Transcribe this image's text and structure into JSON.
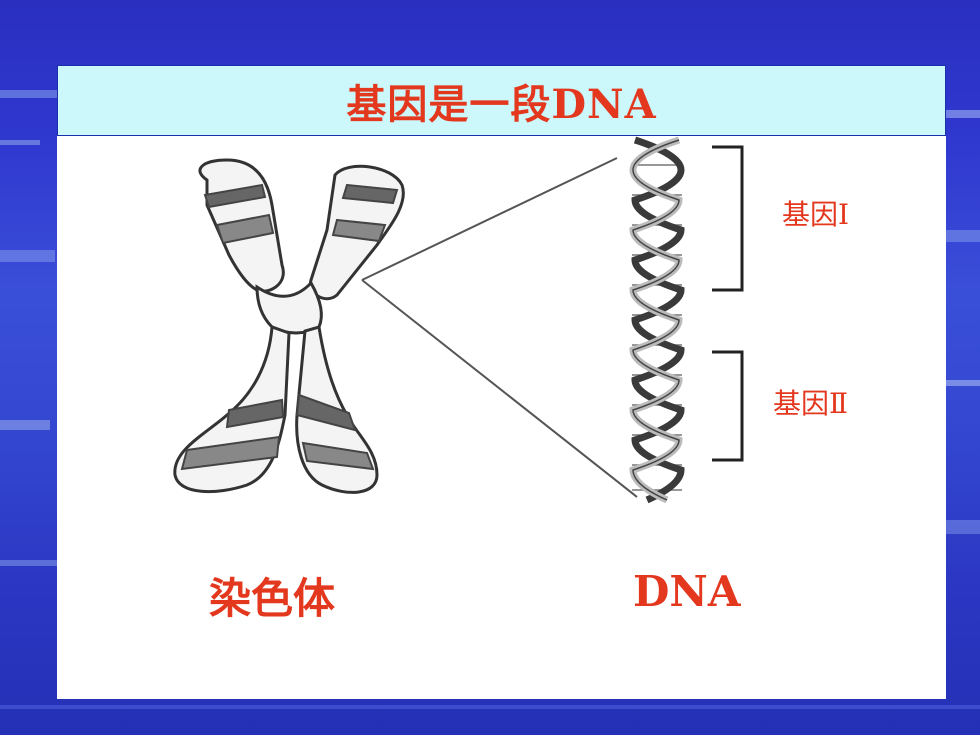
{
  "title": "基因是一段DNA",
  "diagram": {
    "gene_1_label": "基因Ⅰ",
    "gene_2_label": "基因Ⅱ",
    "chromosome_label": "染色体",
    "dna_label": "DNA"
  },
  "colors": {
    "accent_red": "#e3371e",
    "title_bar_bg": "#ccf7fb",
    "background_blue": "#2f37cf"
  }
}
